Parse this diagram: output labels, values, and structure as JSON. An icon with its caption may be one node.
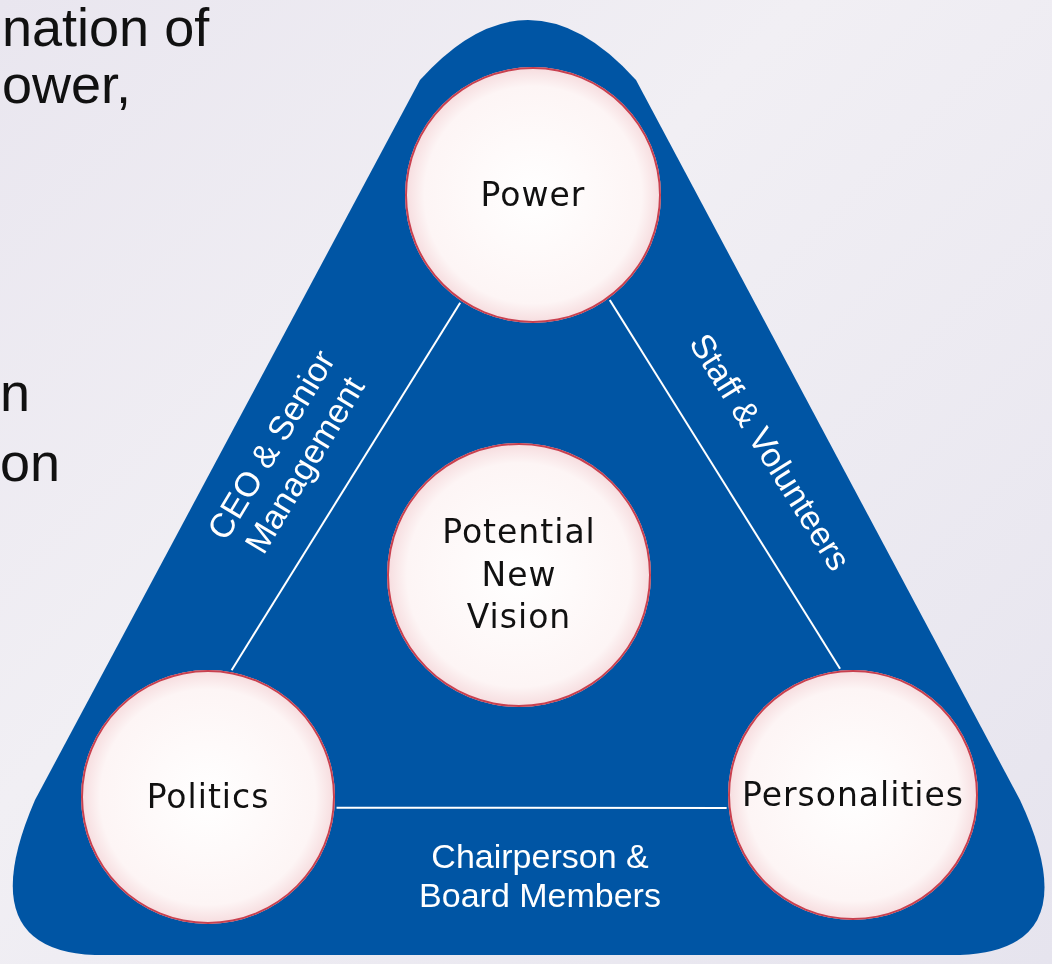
{
  "diagram": {
    "nodes": [
      {
        "text": [
          "Power"
        ]
      },
      {
        "text": [
          "Potential New Vision"
        ]
      },
      {
        "text": [
          "Politics"
        ]
      },
      {
        "text": [
          "Personalities"
        ]
      }
    ],
    "edges": [
      {
        "from": 0,
        "to": 2,
        "arrow": "none",
        "label": "CEO & Senior Management"
      },
      {
        "from": 0,
        "to": 3,
        "arrow": "none",
        "label": "Staff & Volunteers"
      },
      {
        "from": 2,
        "to": 3,
        "arrow": "none",
        "label": "Chairperson & Board Members"
      }
    ],
    "labels": [
      "nation of",
      "ower,",
      "n",
      "on"
    ]
  }
}
